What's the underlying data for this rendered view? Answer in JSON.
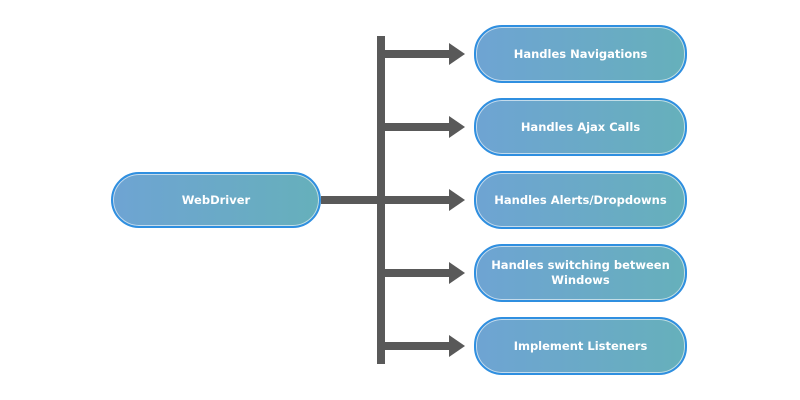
{
  "root": {
    "label": "WebDriver"
  },
  "branches": [
    {
      "label": "Handles Navigations"
    },
    {
      "label": "Handles Ajax Calls"
    },
    {
      "label": "Handles Alerts/Dropdowns"
    },
    {
      "label": "Handles switching between Windows"
    },
    {
      "label": "Implement Listeners"
    }
  ],
  "colors": {
    "connector": "#595959",
    "node_border": "#2f8fe0",
    "node_fill_start": "#6ea4d3",
    "node_fill_end": "#66b0bb",
    "node_text": "#ffffff"
  }
}
